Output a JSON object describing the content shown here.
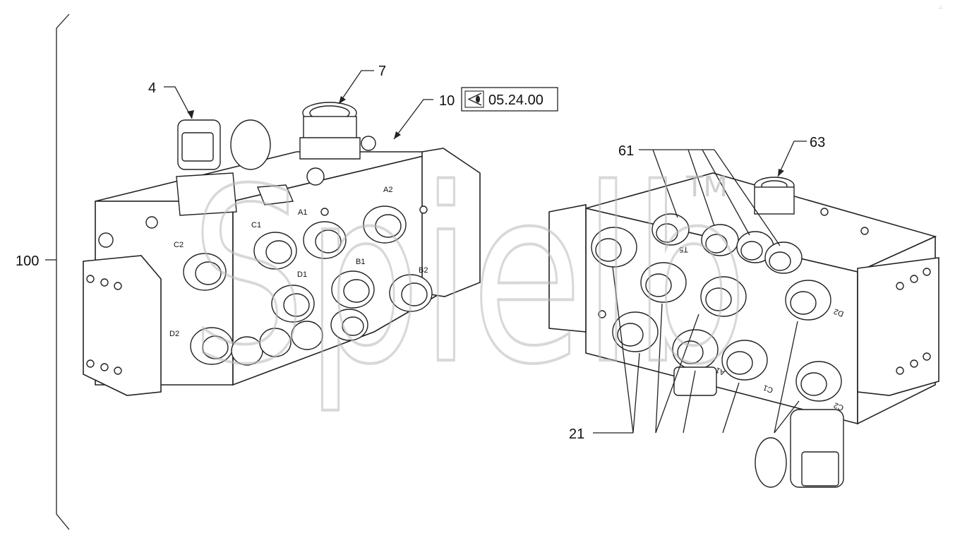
{
  "title": "",
  "callouts": {
    "c100": "100",
    "c4": "4",
    "c7": "7",
    "c10": "10",
    "c61": "61",
    "c63": "63",
    "c21": "21"
  },
  "reference_box": {
    "icon": "eye-view-icon",
    "text": "05.24.00"
  },
  "left_block_ports": [
    "C2",
    "C1",
    "A1",
    "A2",
    "D1",
    "B1",
    "B2",
    "D2"
  ],
  "right_block_ports": [
    "T5",
    "D2",
    "A1",
    "C1",
    "C2"
  ],
  "watermark": {
    "text": "Spielb",
    "tm": "TM"
  },
  "colors": {
    "line": "#222222",
    "background": "#ffffff",
    "watermark": "#b9b9b9"
  }
}
